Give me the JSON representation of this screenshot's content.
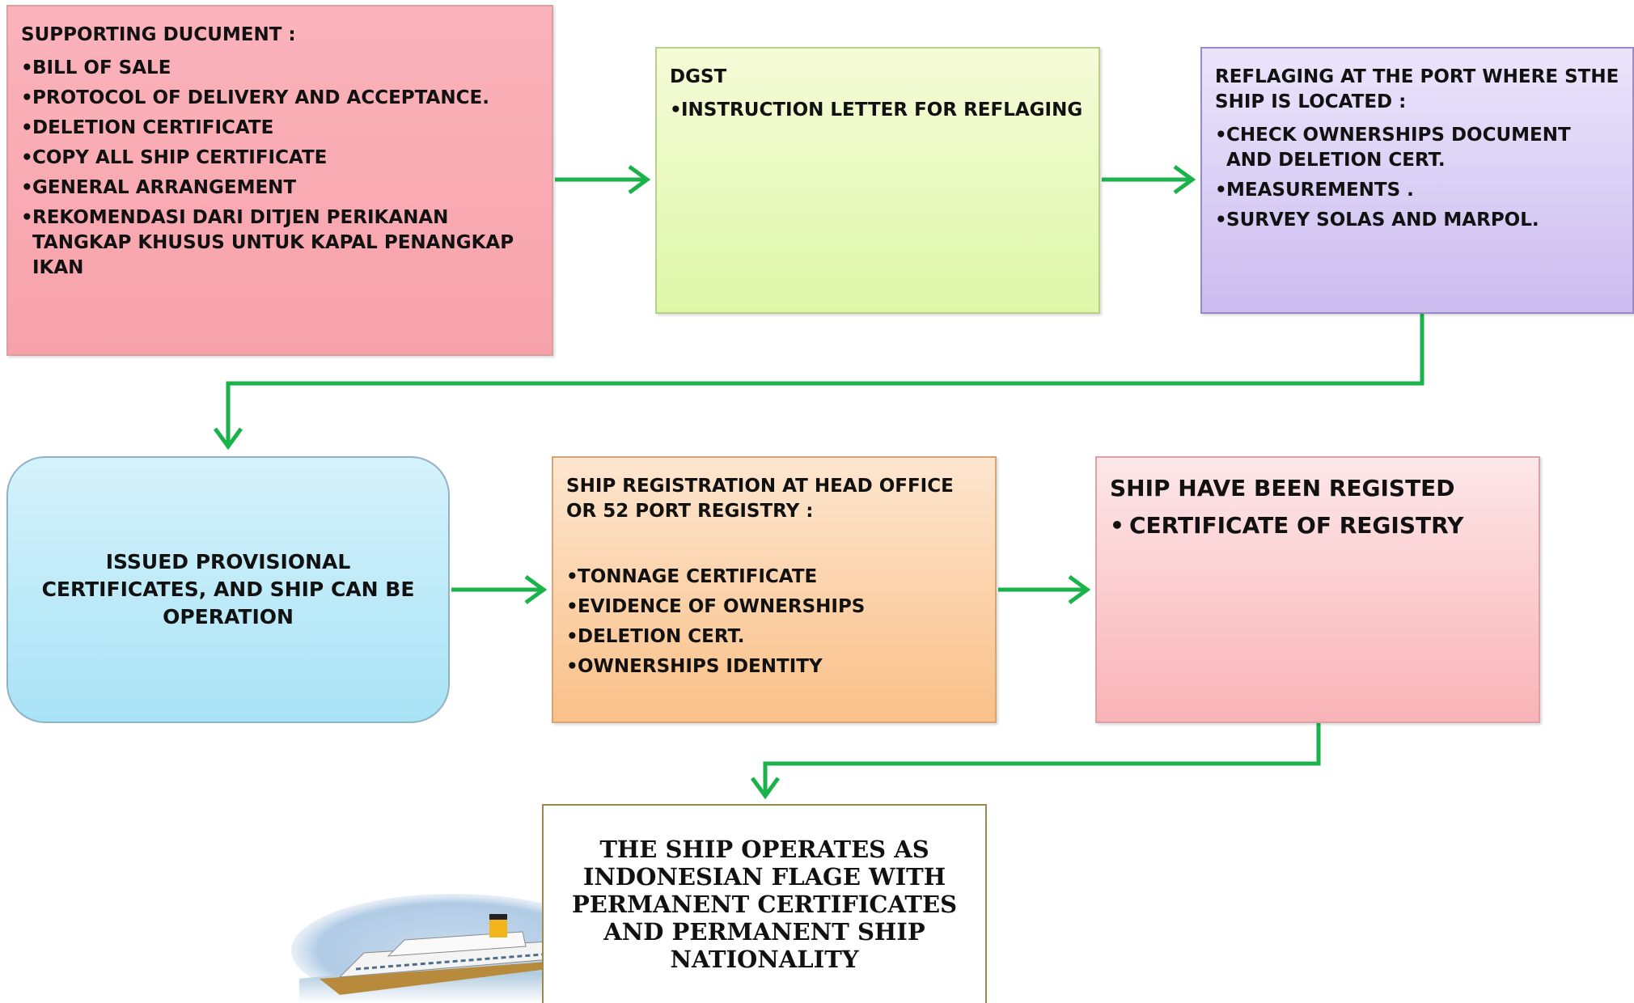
{
  "colors": {
    "arrow": "#1ab24a",
    "supporting_box": "#f7a2aa",
    "dgst_box": "#ddf7a8",
    "reflag_box": "#cbbcef",
    "issued_box": "#a9e3f6",
    "registration_box": "#fac088",
    "registered_box": "#f9b3b8",
    "final_box_border": "#9b8a4a"
  },
  "bullet": "•",
  "supporting": {
    "title": "SUPPORTING DUCUMENT :",
    "items": [
      "BILL OF SALE",
      "PROTOCOL OF DELIVERY AND ACCEPTANCE.",
      "DELETION CERTIFICATE",
      "COPY ALL SHIP CERTIFICATE",
      "GENERAL ARRANGEMENT",
      "REKOMENDASI DARI DITJEN PERIKANAN TANGKAP KHUSUS UNTUK KAPAL PENANGKAP IKAN"
    ]
  },
  "dgst": {
    "title": "DGST",
    "items": [
      "INSTRUCTION LETTER FOR REFLAGING"
    ]
  },
  "reflag": {
    "title": "REFLAGING AT THE PORT WHERE STHE SHIP IS LOCATED :",
    "items": [
      "CHECK OWNERSHIPS DOCUMENT AND DELETION CERT.",
      "MEASUREMENTS .",
      "SURVEY SOLAS AND  MARPOL."
    ]
  },
  "issued": {
    "text": "ISSUED PROVISIONAL CERTIFICATES, AND SHIP CAN BE OPERATION"
  },
  "registration": {
    "title": "SHIP REGISTRATION AT HEAD OFFICE OR 52 PORT REGISTRY :",
    "items": [
      "TONNAGE CERTIFICATE",
      "EVIDENCE OF OWNERSHIPS",
      "DELETION CERT.",
      "OWNERSHIPS IDENTITY"
    ]
  },
  "registered": {
    "title": "SHIP HAVE BEEN REGISTED",
    "items": [
      "CERTIFICATE OF REGISTRY"
    ]
  },
  "final": {
    "text": "THE SHIP OPERATES AS INDONESIAN FLAGE WITH PERMANENT CERTIFICATES AND PERMANENT SHIP NATIONALITY"
  }
}
